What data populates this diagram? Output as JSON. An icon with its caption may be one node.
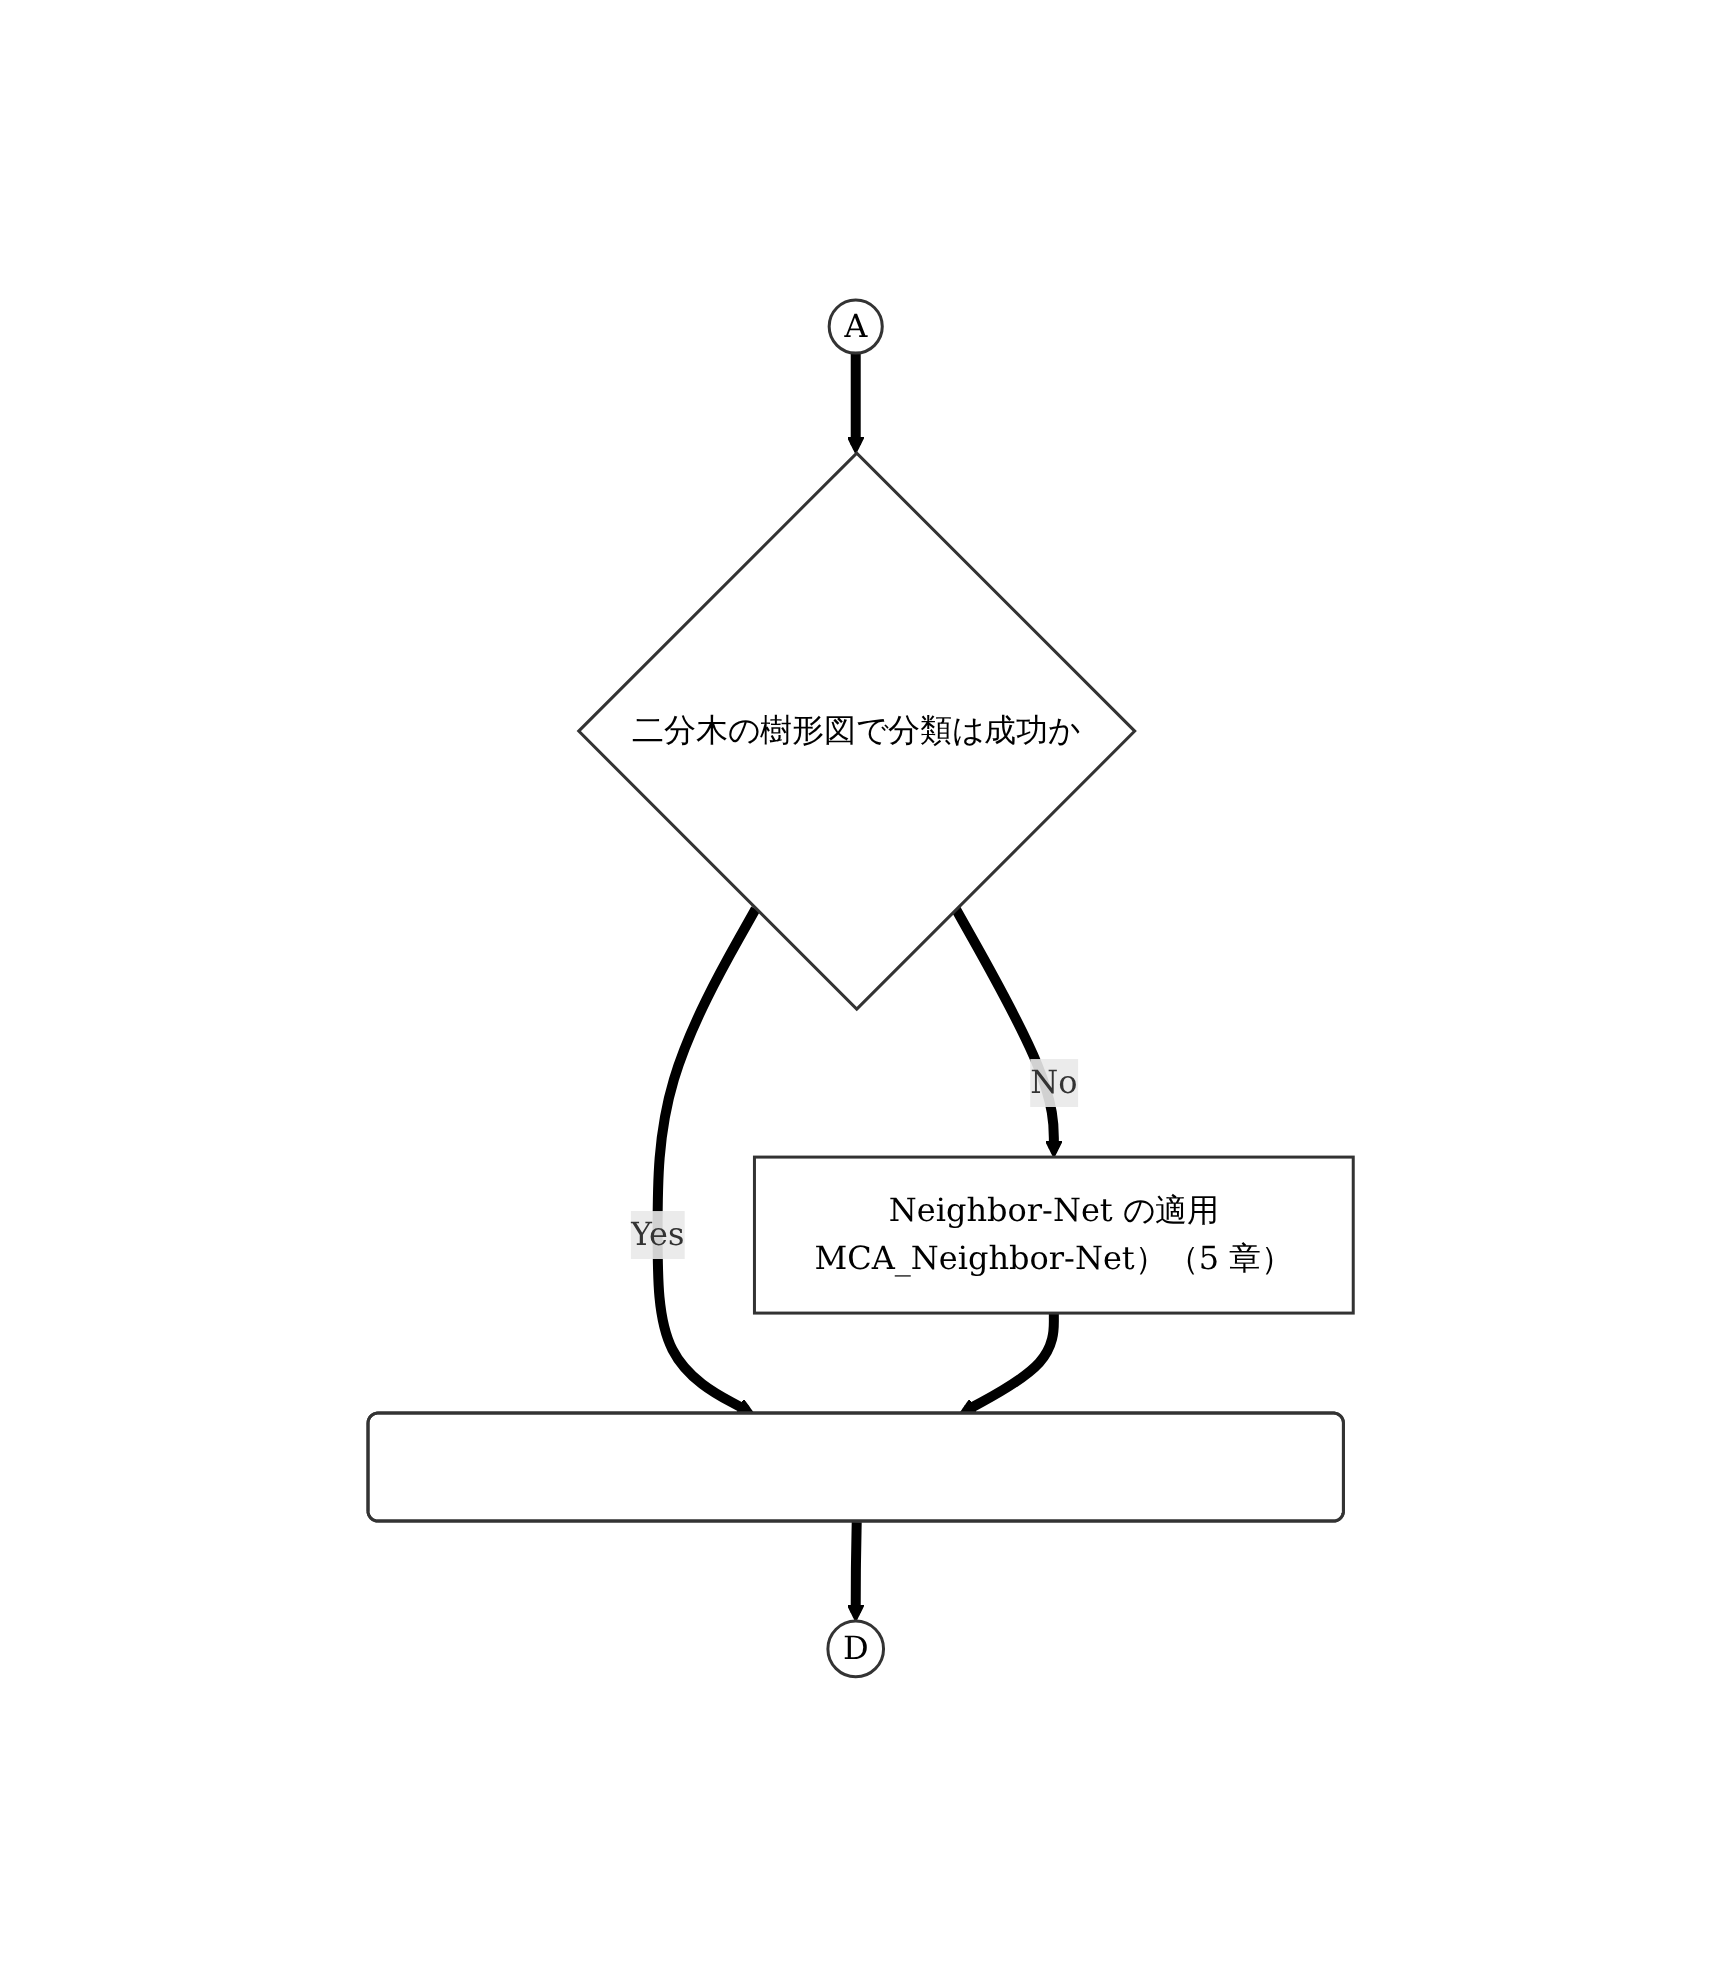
{
  "diagram": {
    "nodes": [
      {
        "text": [
          "A"
        ]
      },
      {
        "text": [
          "二分木の樹形図で分類は成功か"
        ]
      },
      {
        "text": [
          "Neighbor-Net の適用",
          "MCA_Neighbor-Net）（5 章）"
        ]
      },
      {
        "text": [],
        "shape": "box"
      },
      {
        "text": [
          "D"
        ]
      }
    ],
    "edges": [
      {
        "from": 0,
        "to": 1,
        "arrow": "to"
      },
      {
        "from": 1,
        "to": 2,
        "label": "No",
        "arrow": "to"
      },
      {
        "from": 1,
        "to": 3,
        "label": "Yes",
        "arrow": "to"
      },
      {
        "from": 2,
        "to": 3,
        "arrow": "to"
      },
      {
        "from": 3,
        "to": 4,
        "arrow": "to"
      }
    ]
  }
}
